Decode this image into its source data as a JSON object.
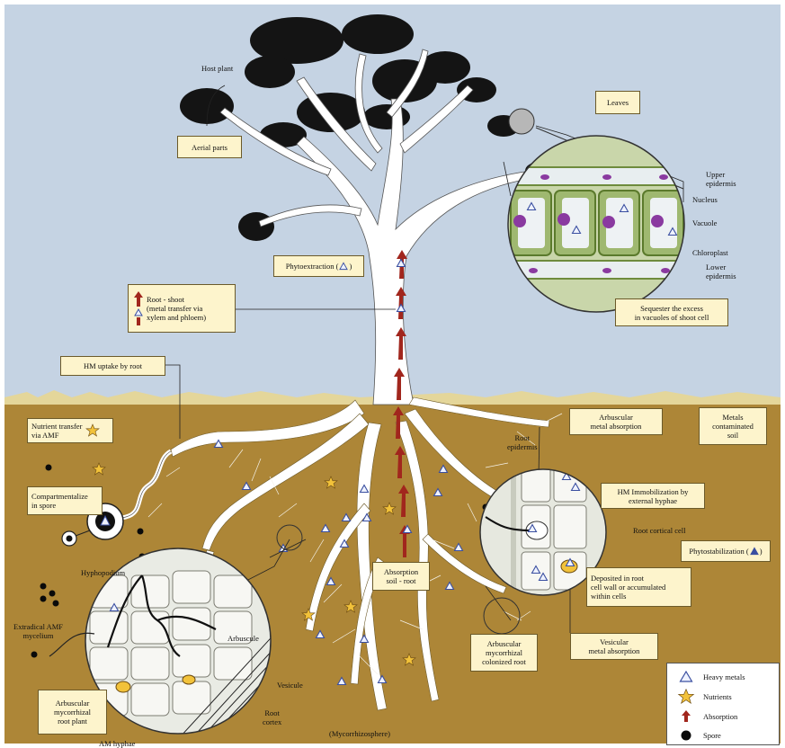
{
  "labels": {
    "host_plant": "Host plant",
    "aerial_parts": "Aerial parts",
    "leaves": "Leaves",
    "upper_epidermis": "Upper\nepidermis",
    "nucleus": "Nucleus",
    "vacuole": "Vacuole",
    "chloroplast": "Chloroplast",
    "lower_epidermis": "Lower\nepidermis",
    "sequester": "Sequester the excess\nin vacuoles of shoot cell",
    "phytoextraction": "Phytoextraction (",
    "phytoextraction_end": ")",
    "root_shoot": "Root - shoot\n(metal transfer via\nxylem and phloem)",
    "hm_uptake": "HM uptake by root",
    "nutrient_transfer": "Nutrient transfer\nvia AMF",
    "compartmentalize": "Compartmentalize\nin spore",
    "hyphopodium": "Hyphopodium",
    "extradical": "Extradical AMF\nmycelium",
    "arbuscule": "Arbuscule",
    "vesicule": "Vesicule",
    "root_cortex": "Root\ncortex",
    "am_root_plant": "Arbuscular\nmycorrhizal\nroot plant",
    "am_hyphae": "AM hyphae",
    "mycorrhizosphere": "(Mycorrhizosphere)",
    "absorption_soil_root": "Absorption\nsoil - root",
    "am_colonized_root": "Arbuscular\nmycorrhizal\ncolonized root",
    "arbuscular_metal_absorption": "Arbuscular\nmetal absorption",
    "root_epidermis": "Root\nepidermis",
    "hm_immobilization": "HM Immobilization by\nexternal hyphae",
    "root_cortical_cell": "Root cortical cell",
    "phytostabilization": "Phytostabilization (",
    "phytostabilization_end": ")",
    "deposited": "Deposited in root\ncell wall or accumulated\nwithin cells",
    "vesicular_metal_absorption": "Vesicular\nmetal absorption",
    "metals_contaminated_soil": "Metals\ncontaminated\nsoil"
  },
  "legend": {
    "items": [
      {
        "symbol": "triangle",
        "label": "Heavy metals"
      },
      {
        "symbol": "star",
        "label": "Nutrients"
      },
      {
        "symbol": "arrow",
        "label": "Absorption"
      },
      {
        "symbol": "dot",
        "label": "Spore"
      }
    ]
  },
  "colors": {
    "sky": "#c5d3e3",
    "soil": "#ad8637",
    "soil_line": "#e4d69a",
    "root": "#ffffff",
    "arrow": "#a1261d",
    "triangle_stroke": "#3a4fa0",
    "star": "#f2c23a",
    "label_box": "#fdf4cc",
    "leaf_cell": "#9fb870",
    "leaf_vacuole": "#eef2f4",
    "nucleus": "#8a3aa0"
  }
}
